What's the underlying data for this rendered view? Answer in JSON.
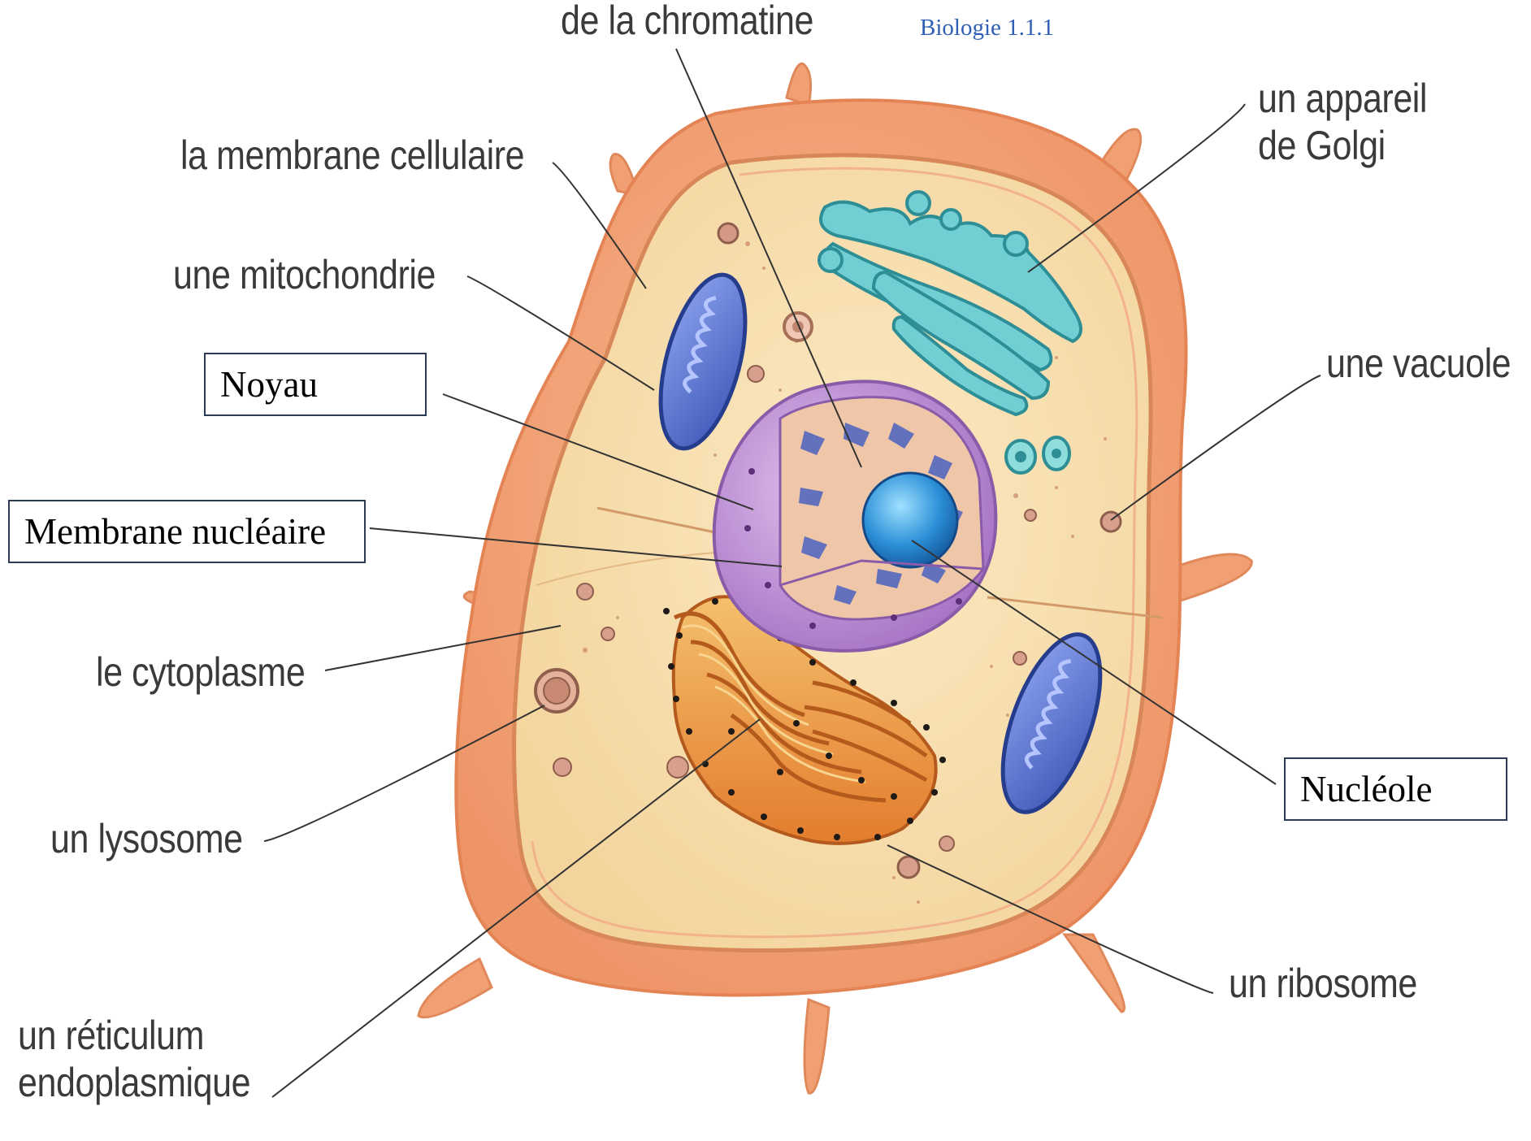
{
  "header": {
    "ref": "Biologie 1.1.1"
  },
  "labels": {
    "chromatine": "de la chromatine",
    "membrane_cellulaire": "la membrane cellulaire",
    "mitochondrie": "une mitochondrie",
    "cytoplasme": "le cytoplasme",
    "lysosome": "un lysosome",
    "reticulum": [
      "un réticulum",
      "endoplasmique"
    ],
    "golgi": [
      "un appareil",
      "de Golgi"
    ],
    "vacuole": "une vacuole",
    "ribosome": "un ribosome"
  },
  "boxes": {
    "noyau": "Noyau",
    "membrane_nucleaire": "Membrane nucléaire",
    "nucleole": "Nucléole"
  },
  "colors": {
    "outer_membrane": "#f3a77c",
    "cytoplasm": "#f7dfb0",
    "nucleus": "#c79ad8",
    "nucleolus": "#2d8fd6",
    "golgi": "#5cc4c9",
    "mitochondria": "#4b66c4",
    "er": "#e98f3b",
    "leader_line": "#333333"
  }
}
